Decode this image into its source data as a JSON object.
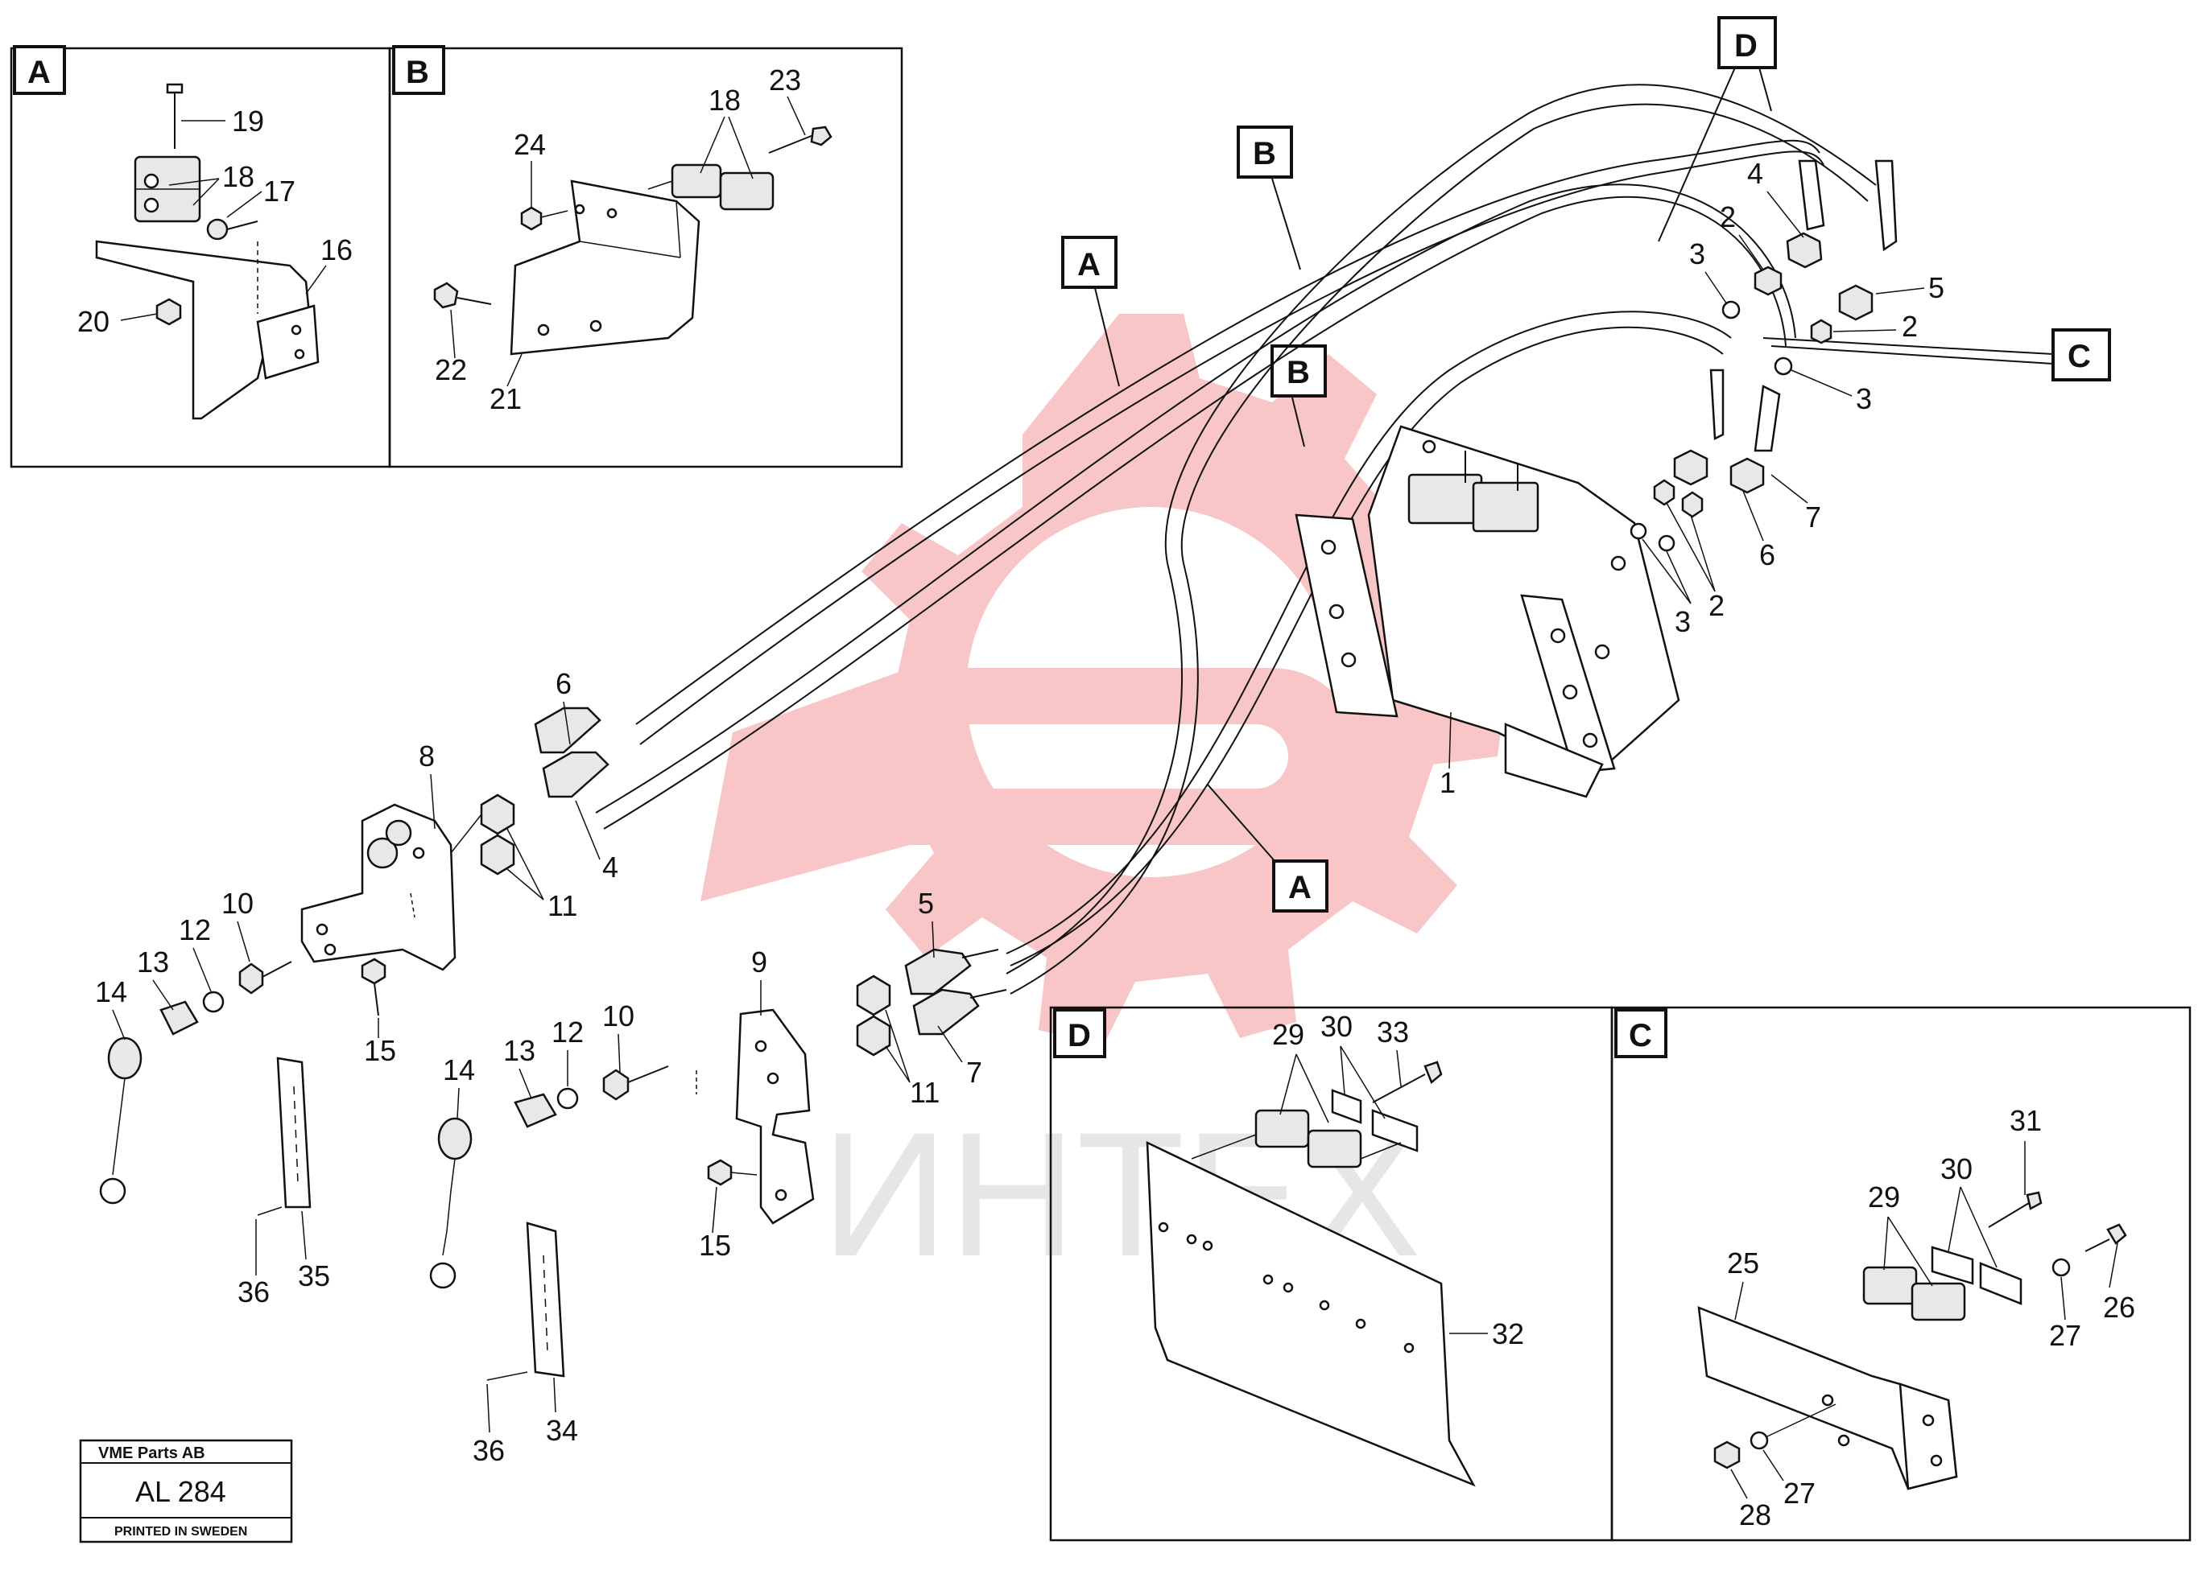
{
  "watermark": {
    "logo": "gear-logo",
    "text": "ИНТЕХ",
    "color": "#f08080"
  },
  "detail_views": [
    {
      "label": "A",
      "callouts": [
        "19",
        "18",
        "17",
        "16",
        "20"
      ]
    },
    {
      "label": "B",
      "callouts": [
        "18",
        "23",
        "24",
        "22",
        "21"
      ]
    },
    {
      "label": "D",
      "callouts": [
        "29",
        "30",
        "33",
        "32"
      ]
    },
    {
      "label": "C",
      "callouts": [
        "31",
        "30",
        "29",
        "25",
        "26",
        "27",
        "27",
        "28"
      ]
    }
  ],
  "view_markers": [
    "D",
    "B",
    "A",
    "B",
    "C",
    "A"
  ],
  "main_callouts": {
    "valve": [
      "4",
      "2",
      "3",
      "5",
      "2",
      "3",
      "6",
      "7",
      "3",
      "2",
      "1"
    ],
    "left_bracket": [
      "6",
      "8",
      "4",
      "11",
      "10",
      "12",
      "13",
      "14",
      "15",
      "35",
      "36"
    ],
    "lower_bracket": [
      "5",
      "9",
      "11",
      "7",
      "10",
      "12",
      "13",
      "14",
      "15",
      "34",
      "36"
    ]
  },
  "title_block": {
    "company": "VME Parts AB",
    "code": "AL 284",
    "printed": "PRINTED IN SWEDEN"
  }
}
